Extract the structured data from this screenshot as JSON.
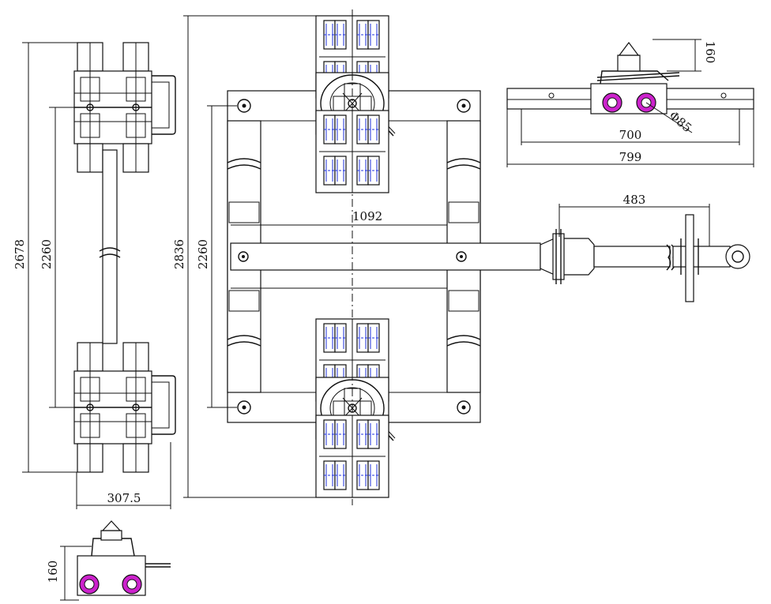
{
  "drawing": {
    "colors": {
      "line": "#111111",
      "hidden_detail": "#2233dd",
      "wheel": "#cc22cc"
    },
    "dimensions": {
      "side_overall_length": "2678",
      "side_wheel_spacing": "2260",
      "side_width": "307.5",
      "plan_overall_length": "2836",
      "plan_wheel_spacing": "2260",
      "plan_frame_width": "1092",
      "handle_length": "483",
      "end_height": "160",
      "right_height": "160",
      "right_inner_length": "700",
      "right_overall_length": "799",
      "wheel_diameter": "Φ85"
    }
  }
}
